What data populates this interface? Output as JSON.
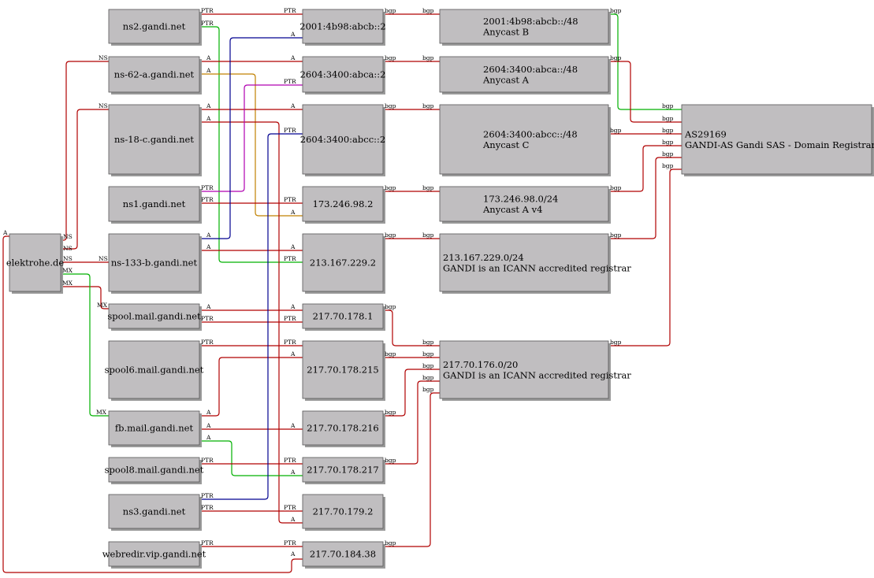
{
  "colors": {
    "red": "#b00000",
    "green": "#00b000",
    "blue": "#000090",
    "orange": "#c08000",
    "magenta": "#b000b0",
    "node_fill": "#c0bec0",
    "node_stroke": "#555555"
  },
  "nodes": {
    "elk": {
      "lines": [
        "elektrohe.de"
      ]
    },
    "ns2": {
      "lines": [
        "ns2.gandi.net"
      ]
    },
    "ns62": {
      "lines": [
        "ns-62-a.gandi.net"
      ]
    },
    "ns18": {
      "lines": [
        "ns-18-c.gandi.net"
      ]
    },
    "ns1": {
      "lines": [
        "ns1.gandi.net"
      ]
    },
    "ns133": {
      "lines": [
        "ns-133-b.gandi.net"
      ]
    },
    "spool": {
      "lines": [
        "spool.mail.gandi.net"
      ]
    },
    "spool6": {
      "lines": [
        "spool6.mail.gandi.net"
      ]
    },
    "fb": {
      "lines": [
        "fb.mail.gandi.net"
      ]
    },
    "spool8": {
      "lines": [
        "spool8.mail.gandi.net"
      ]
    },
    "ns3": {
      "lines": [
        "ns3.gandi.net"
      ]
    },
    "webr": {
      "lines": [
        "webredir.vip.gandi.net"
      ]
    },
    "ip1": {
      "lines": [
        "2001:4b98:abcb::2"
      ]
    },
    "ip2": {
      "lines": [
        "2604:3400:abca::2"
      ]
    },
    "ip3": {
      "lines": [
        "2604:3400:abcc::2"
      ]
    },
    "ip4": {
      "lines": [
        "173.246.98.2"
      ]
    },
    "ip5": {
      "lines": [
        "213.167.229.2"
      ]
    },
    "ip6": {
      "lines": [
        "217.70.178.1"
      ]
    },
    "ip7": {
      "lines": [
        "217.70.178.215"
      ]
    },
    "ip8": {
      "lines": [
        "217.70.178.216"
      ]
    },
    "ip9": {
      "lines": [
        "217.70.178.217"
      ]
    },
    "ip10": {
      "lines": [
        "217.70.179.2"
      ]
    },
    "ip11": {
      "lines": [
        "217.70.184.38"
      ]
    },
    "p1": {
      "lines": [
        "2001:4b98:abcb::/48",
        "Anycast B"
      ]
    },
    "p2": {
      "lines": [
        "2604:3400:abca::/48",
        "Anycast A"
      ]
    },
    "p3": {
      "lines": [
        "2604:3400:abcc::/48",
        "Anycast C"
      ]
    },
    "p4": {
      "lines": [
        "173.246.98.0/24",
        "Anycast A v4"
      ]
    },
    "p5": {
      "lines": [
        "213.167.229.0/24",
        "GANDI is an ICANN accredited registrar"
      ]
    },
    "p6": {
      "lines": [
        "217.70.176.0/20",
        "GANDI is an ICANN accredited registrar"
      ]
    },
    "as": {
      "lines": [
        "AS29169",
        "GANDI-AS Gandi SAS - Domain Registrar an"
      ]
    }
  },
  "edges": [
    {
      "id": "elk-ns62",
      "color": "red",
      "labels": [
        "NS",
        "NS"
      ]
    },
    {
      "id": "elk-ns18",
      "color": "red",
      "labels": [
        "NS",
        "NS"
      ]
    },
    {
      "id": "elk-ns133",
      "color": "red",
      "labels": [
        "NS",
        "NS"
      ]
    },
    {
      "id": "elk-spool",
      "color": "red",
      "labels": [
        "MX",
        "MX"
      ]
    },
    {
      "id": "elk-fb",
      "color": "green",
      "labels": [
        "MX",
        "MX"
      ]
    },
    {
      "id": "elk-ip11",
      "color": "red",
      "labels": [
        "A",
        "A"
      ]
    },
    {
      "id": "ns2-ip1",
      "color": "red",
      "labels": [
        "PTR",
        "PTR"
      ]
    },
    {
      "id": "ns2-ip5",
      "color": "green",
      "labels": [
        "PTR",
        "PTR"
      ]
    },
    {
      "id": "ns62-ip2",
      "color": "red",
      "labels": [
        "A",
        "A"
      ]
    },
    {
      "id": "ns62-ip4",
      "color": "orange",
      "labels": [
        "A",
        "A"
      ]
    },
    {
      "id": "ns18-ip3",
      "color": "red",
      "labels": [
        "A",
        "A"
      ]
    },
    {
      "id": "ns18-ip10",
      "color": "red",
      "labels": [
        "A",
        "A"
      ]
    },
    {
      "id": "ns1-ip2",
      "color": "magenta",
      "labels": [
        "PTR",
        "PTR"
      ]
    },
    {
      "id": "ns1-ip4",
      "color": "red",
      "labels": [
        "PTR",
        "PTR"
      ]
    },
    {
      "id": "ns133-ip1",
      "color": "blue",
      "labels": [
        "A",
        "A"
      ]
    },
    {
      "id": "ns133-ip5",
      "color": "red",
      "labels": [
        "A",
        "A"
      ]
    },
    {
      "id": "spool-ip6",
      "color": "red",
      "labels": [
        "A",
        "A"
      ]
    },
    {
      "id": "spool-ip6b",
      "color": "red",
      "labels": [
        "PTR",
        "PTR"
      ]
    },
    {
      "id": "spool6-ip7",
      "color": "red",
      "labels": [
        "PTR",
        "PTR"
      ]
    },
    {
      "id": "fb-ip7",
      "color": "red",
      "labels": [
        "A",
        "A"
      ]
    },
    {
      "id": "fb-ip8",
      "color": "red",
      "labels": [
        "A",
        "A"
      ]
    },
    {
      "id": "fb-ip9",
      "color": "green",
      "labels": [
        "A",
        "A"
      ]
    },
    {
      "id": "spool8-ip9",
      "color": "red",
      "labels": [
        "PTR",
        "PTR"
      ]
    },
    {
      "id": "ns3-ip3",
      "color": "blue",
      "labels": [
        "PTR",
        "PTR"
      ]
    },
    {
      "id": "ns3-ip10",
      "color": "red",
      "labels": [
        "PTR",
        "PTR"
      ]
    },
    {
      "id": "webr-ip11",
      "color": "red",
      "labels": [
        "PTR",
        "PTR"
      ]
    },
    {
      "id": "ip1-p1",
      "color": "red",
      "labels": [
        "bgp",
        "bgp"
      ]
    },
    {
      "id": "ip2-p2",
      "color": "red",
      "labels": [
        "bgp",
        "bgp"
      ]
    },
    {
      "id": "ip3-p3",
      "color": "red",
      "labels": [
        "bgp",
        "bgp"
      ]
    },
    {
      "id": "ip4-p4",
      "color": "red",
      "labels": [
        "bgp",
        "bgp"
      ]
    },
    {
      "id": "ip5-p5",
      "color": "red",
      "labels": [
        "bgp",
        "bgp"
      ]
    },
    {
      "id": "ip6-p6",
      "color": "red",
      "labels": [
        "bgp",
        "bgp"
      ]
    },
    {
      "id": "ip7-p6",
      "color": "red",
      "labels": [
        "bgp",
        "bgp"
      ]
    },
    {
      "id": "ip8-p6",
      "color": "red",
      "labels": [
        "bgp",
        "bgp"
      ]
    },
    {
      "id": "ip9-p6",
      "color": "red",
      "labels": [
        "bgp",
        "bgp"
      ]
    },
    {
      "id": "ip11-p6",
      "color": "red",
      "labels": [
        "bgp",
        "bgp"
      ]
    },
    {
      "id": "p1-as",
      "color": "green",
      "labels": [
        "bgp",
        "bgp"
      ]
    },
    {
      "id": "p2-as",
      "color": "red",
      "labels": [
        "bgp",
        "bgp"
      ]
    },
    {
      "id": "p3-as",
      "color": "red",
      "labels": [
        "bgp",
        "bgp"
      ]
    },
    {
      "id": "p4-as",
      "color": "red",
      "labels": [
        "bgp",
        "bgp"
      ]
    },
    {
      "id": "p5-as",
      "color": "red",
      "labels": [
        "bgp",
        "bgp"
      ]
    },
    {
      "id": "p6-as",
      "color": "red",
      "labels": [
        "bgp",
        "bgp"
      ]
    }
  ]
}
